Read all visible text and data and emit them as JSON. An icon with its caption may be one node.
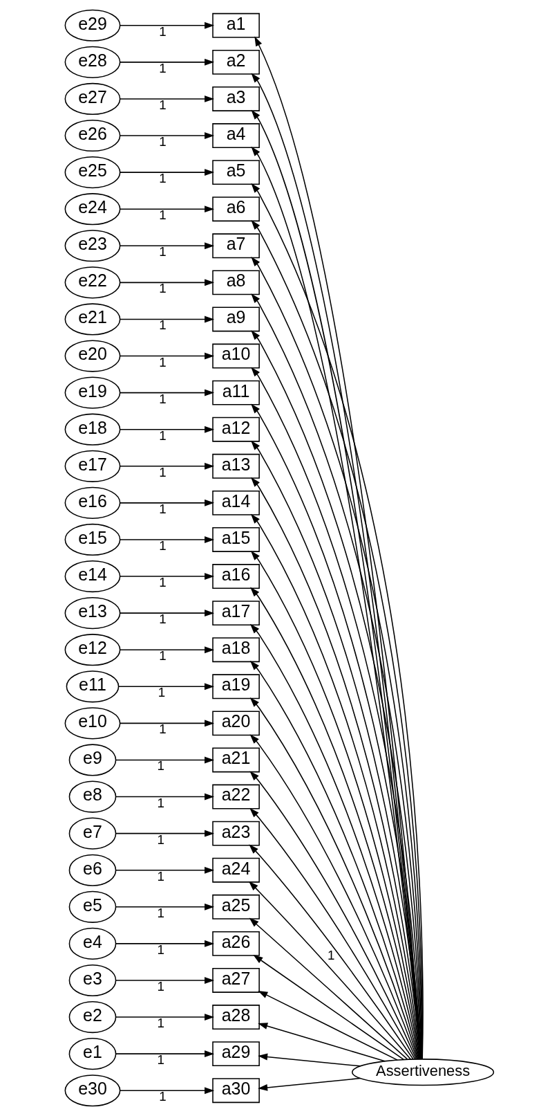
{
  "diagram": {
    "nodes": [
      {
        "text": [
          "e29"
        ]
      },
      {
        "text": [
          "a1"
        ]
      },
      {
        "text": [
          "e28"
        ]
      },
      {
        "text": [
          "a2"
        ]
      },
      {
        "text": [
          "e27"
        ]
      },
      {
        "text": [
          "a3"
        ]
      },
      {
        "text": [
          "e26"
        ]
      },
      {
        "text": [
          "a4"
        ]
      },
      {
        "text": [
          "e25"
        ]
      },
      {
        "text": [
          "a5"
        ]
      },
      {
        "text": [
          "e24"
        ]
      },
      {
        "text": [
          "a6"
        ]
      },
      {
        "text": [
          "e23"
        ]
      },
      {
        "text": [
          "a7"
        ]
      },
      {
        "text": [
          "e22"
        ]
      },
      {
        "text": [
          "a8"
        ]
      },
      {
        "text": [
          "e21"
        ]
      },
      {
        "text": [
          "a9"
        ]
      },
      {
        "text": [
          "e20"
        ]
      },
      {
        "text": [
          "a10"
        ]
      },
      {
        "text": [
          "e19"
        ]
      },
      {
        "text": [
          "a11"
        ]
      },
      {
        "text": [
          "e18"
        ]
      },
      {
        "text": [
          "a12"
        ]
      },
      {
        "text": [
          "e17"
        ]
      },
      {
        "text": [
          "a13"
        ]
      },
      {
        "text": [
          "e16"
        ]
      },
      {
        "text": [
          "a14"
        ]
      },
      {
        "text": [
          "e15"
        ]
      },
      {
        "text": [
          "a15"
        ]
      },
      {
        "text": [
          "e14"
        ]
      },
      {
        "text": [
          "a16"
        ]
      },
      {
        "text": [
          "e13"
        ]
      },
      {
        "text": [
          "a17"
        ]
      },
      {
        "text": [
          "e12"
        ]
      },
      {
        "text": [
          "a18"
        ]
      },
      {
        "text": [
          "e11"
        ]
      },
      {
        "text": [
          "a19"
        ]
      },
      {
        "text": [
          "e10"
        ]
      },
      {
        "text": [
          "a20"
        ]
      },
      {
        "text": [
          "e9"
        ]
      },
      {
        "text": [
          "a21"
        ]
      },
      {
        "text": [
          "e8"
        ]
      },
      {
        "text": [
          "a22"
        ]
      },
      {
        "text": [
          "e7"
        ]
      },
      {
        "text": [
          "a23"
        ]
      },
      {
        "text": [
          "e6"
        ]
      },
      {
        "text": [
          "a24"
        ]
      },
      {
        "text": [
          "e5"
        ]
      },
      {
        "text": [
          "a25"
        ]
      },
      {
        "text": [
          "e4"
        ]
      },
      {
        "text": [
          "a26"
        ]
      },
      {
        "text": [
          "e3"
        ]
      },
      {
        "text": [
          "a27"
        ]
      },
      {
        "text": [
          "e2"
        ]
      },
      {
        "text": [
          "a28"
        ]
      },
      {
        "text": [
          "e1"
        ]
      },
      {
        "text": [
          "a29"
        ]
      },
      {
        "text": [
          "e30"
        ]
      },
      {
        "text": [
          "a30"
        ]
      },
      {
        "text": [
          "Assertiveness"
        ]
      }
    ],
    "edges": [
      {
        "from": 0,
        "to": 1,
        "arrow": "to",
        "label": "1"
      },
      {
        "from": 2,
        "to": 3,
        "arrow": "to",
        "label": "1"
      },
      {
        "from": 4,
        "to": 5,
        "arrow": "to",
        "label": "1"
      },
      {
        "from": 6,
        "to": 7,
        "arrow": "to",
        "label": "1"
      },
      {
        "from": 8,
        "to": 9,
        "arrow": "to",
        "label": "1"
      },
      {
        "from": 10,
        "to": 11,
        "arrow": "to",
        "label": "1"
      },
      {
        "from": 12,
        "to": 13,
        "arrow": "to",
        "label": "1"
      },
      {
        "from": 14,
        "to": 15,
        "arrow": "to",
        "label": "1"
      },
      {
        "from": 16,
        "to": 17,
        "arrow": "to",
        "label": "1"
      },
      {
        "from": 18,
        "to": 19,
        "arrow": "to",
        "label": "1"
      },
      {
        "from": 20,
        "to": 21,
        "arrow": "to",
        "label": "1"
      },
      {
        "from": 22,
        "to": 23,
        "arrow": "to",
        "label": "1"
      },
      {
        "from": 24,
        "to": 25,
        "arrow": "to",
        "label": "1"
      },
      {
        "from": 26,
        "to": 27,
        "arrow": "to",
        "label": "1"
      },
      {
        "from": 28,
        "to": 29,
        "arrow": "to",
        "label": "1"
      },
      {
        "from": 30,
        "to": 31,
        "arrow": "to",
        "label": "1"
      },
      {
        "from": 32,
        "to": 33,
        "arrow": "to",
        "label": "1"
      },
      {
        "from": 34,
        "to": 35,
        "arrow": "to",
        "label": "1"
      },
      {
        "from": 36,
        "to": 37,
        "arrow": "to",
        "label": "1"
      },
      {
        "from": 38,
        "to": 39,
        "arrow": "to",
        "label": "1"
      },
      {
        "from": 40,
        "to": 41,
        "arrow": "to",
        "label": "1"
      },
      {
        "from": 42,
        "to": 43,
        "arrow": "to",
        "label": "1"
      },
      {
        "from": 44,
        "to": 45,
        "arrow": "to",
        "label": "1"
      },
      {
        "from": 46,
        "to": 47,
        "arrow": "to",
        "label": "1"
      },
      {
        "from": 48,
        "to": 49,
        "arrow": "to",
        "label": "1"
      },
      {
        "from": 50,
        "to": 51,
        "arrow": "to",
        "label": "1"
      },
      {
        "from": 52,
        "to": 53,
        "arrow": "to",
        "label": "1"
      },
      {
        "from": 54,
        "to": 55,
        "arrow": "to",
        "label": "1"
      },
      {
        "from": 56,
        "to": 57,
        "arrow": "to",
        "label": "1"
      },
      {
        "from": 58,
        "to": 59,
        "arrow": "to",
        "label": "1"
      },
      {
        "from": 60,
        "to": 1,
        "arrow": "to"
      },
      {
        "from": 60,
        "to": 3,
        "arrow": "to"
      },
      {
        "from": 60,
        "to": 5,
        "arrow": "to"
      },
      {
        "from": 60,
        "to": 7,
        "arrow": "to"
      },
      {
        "from": 60,
        "to": 9,
        "arrow": "to"
      },
      {
        "from": 60,
        "to": 11,
        "arrow": "to"
      },
      {
        "from": 60,
        "to": 13,
        "arrow": "to"
      },
      {
        "from": 60,
        "to": 15,
        "arrow": "to"
      },
      {
        "from": 60,
        "to": 17,
        "arrow": "to"
      },
      {
        "from": 60,
        "to": 19,
        "arrow": "to"
      },
      {
        "from": 60,
        "to": 21,
        "arrow": "to"
      },
      {
        "from": 60,
        "to": 23,
        "arrow": "to"
      },
      {
        "from": 60,
        "to": 25,
        "arrow": "to"
      },
      {
        "from": 60,
        "to": 27,
        "arrow": "to"
      },
      {
        "from": 60,
        "to": 29,
        "arrow": "to"
      },
      {
        "from": 60,
        "to": 31,
        "arrow": "to"
      },
      {
        "from": 60,
        "to": 33,
        "arrow": "to"
      },
      {
        "from": 60,
        "to": 35,
        "arrow": "to"
      },
      {
        "from": 60,
        "to": 37,
        "arrow": "to"
      },
      {
        "from": 60,
        "to": 39,
        "arrow": "to"
      },
      {
        "from": 60,
        "to": 41,
        "arrow": "to"
      },
      {
        "from": 60,
        "to": 43,
        "arrow": "to"
      },
      {
        "from": 60,
        "to": 45,
        "arrow": "to",
        "label": "1"
      },
      {
        "from": 60,
        "to": 47,
        "arrow": "to"
      },
      {
        "from": 60,
        "to": 49,
        "arrow": "to"
      },
      {
        "from": 60,
        "to": 51,
        "arrow": "to"
      },
      {
        "from": 60,
        "to": 53,
        "arrow": "to"
      },
      {
        "from": 60,
        "to": 55,
        "arrow": "to"
      },
      {
        "from": 60,
        "to": 57,
        "arrow": "to"
      },
      {
        "from": 60,
        "to": 59,
        "arrow": "to"
      }
    ]
  }
}
